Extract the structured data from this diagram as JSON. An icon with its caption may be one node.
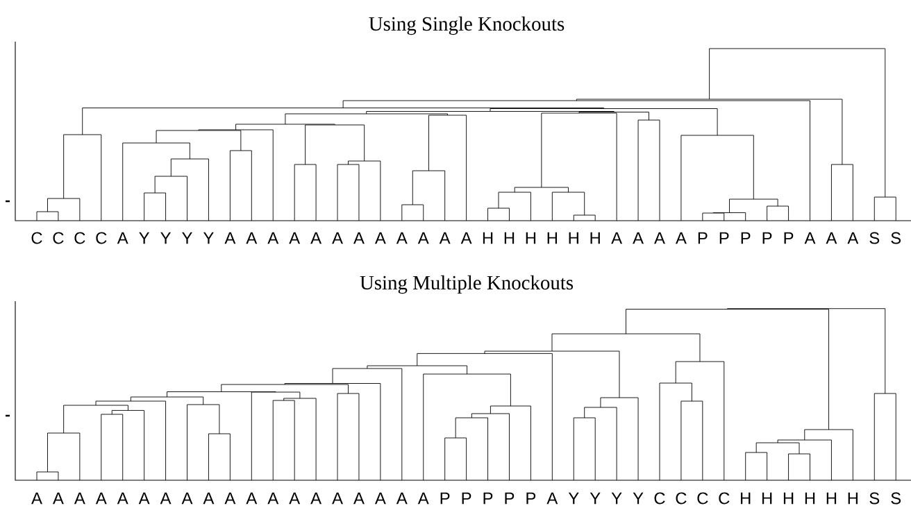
{
  "diagram": {
    "labels": [
      "Using Single Knockouts",
      "C",
      "C",
      "C",
      "C",
      "A",
      "Y",
      "Y",
      "Y",
      "Y",
      "A",
      "A",
      "A",
      "A",
      "A",
      "A",
      "A",
      "A",
      "A",
      "A",
      "A",
      "A",
      "H",
      "H",
      "H",
      "H",
      "H",
      "H",
      "A",
      "A",
      "A",
      "A",
      "P",
      "P",
      "P",
      "P",
      "P",
      "A",
      "A",
      "A",
      "S",
      "S",
      "Using Multiple Knockouts",
      "A",
      "A",
      "A",
      "A",
      "A",
      "A",
      "A",
      "A",
      "A",
      "A",
      "A",
      "A",
      "A",
      "A",
      "A",
      "A",
      "A",
      "A",
      "A",
      "P",
      "P",
      "P",
      "P",
      "P",
      "A",
      "Y",
      "Y",
      "Y",
      "Y",
      "C",
      "C",
      "C",
      "C",
      "H",
      "H",
      "H",
      "H",
      "H",
      "H",
      "S",
      "S"
    ]
  }
}
